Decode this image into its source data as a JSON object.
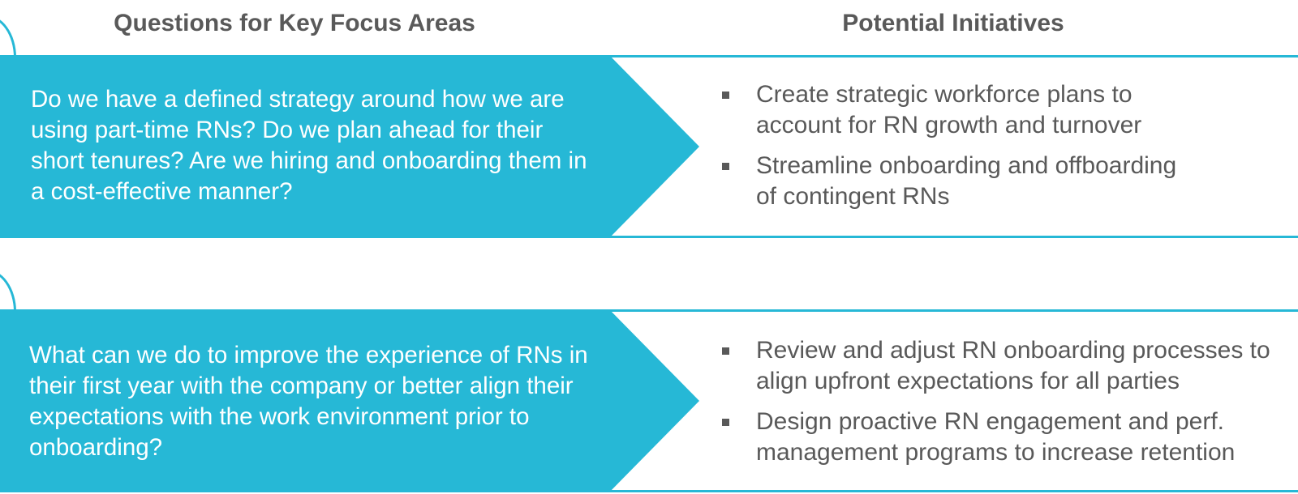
{
  "headers": {
    "left": "Questions for Key Focus Areas",
    "right": "Potential Initiatives"
  },
  "colors": {
    "accent": "#26b8d6",
    "text_gray": "#595959",
    "text_on_accent": "#ffffff"
  },
  "rows": [
    {
      "question": "Do we have a defined strategy around how we are using part-time RNs? Do we plan ahead for their short tenures? Are we hiring and onboarding them in a cost-effective manner?",
      "initiatives": [
        {
          "line1": "Create strategic workforce plans to",
          "line2": "account for RN growth and turnover"
        },
        {
          "line1": "Streamline onboarding and offboarding",
          "line2": "of contingent RNs"
        }
      ]
    },
    {
      "question": "What can we do to improve the experience of RNs in their first year with the company or better align their expectations with the work environment prior to onboarding?",
      "initiatives": [
        {
          "line1": "Review and adjust RN onboarding processes to",
          "line2": "align upfront expectations for all parties"
        },
        {
          "line1": "Design proactive RN engagement and perf.",
          "line2": "management programs to increase retention"
        }
      ]
    }
  ]
}
